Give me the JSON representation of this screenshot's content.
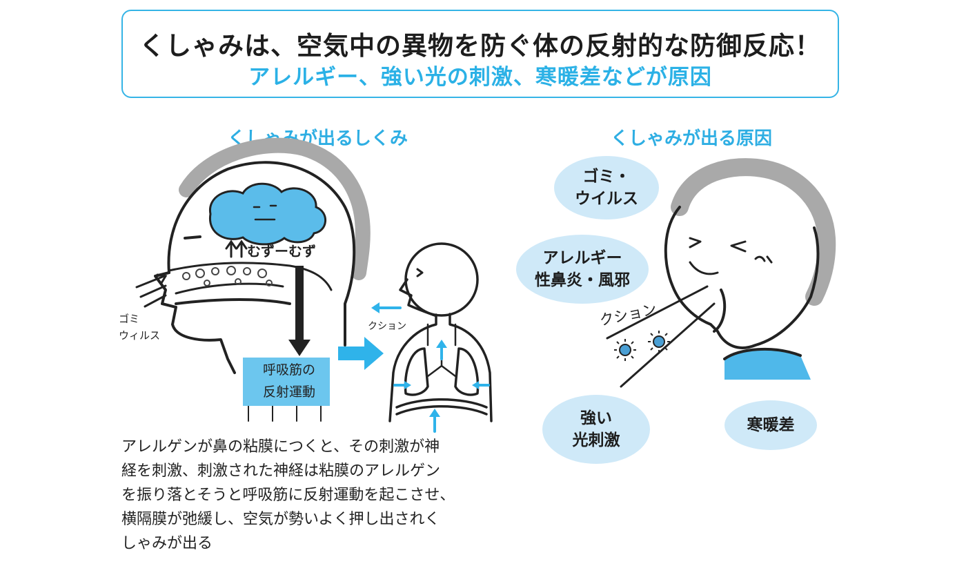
{
  "header": {
    "title": "くしゃみは、空気中の異物を防ぐ体の反射的な防御反応！",
    "subtitle": "アレルギー、強い光の刺激、寒暖差などが原因"
  },
  "mechanism": {
    "title": "くしゃみが出るしくみ",
    "itch_label": "むずーむず",
    "dust_label": "ゴミ\nウィルス",
    "reflex_label": "呼吸筋の\n反射運動",
    "sneeze_label": "クション",
    "description_lines": [
      "アレルゲンが鼻の粘膜につくと、その刺激が神",
      "経を刺激、刺激された神経は粘膜のアレルゲン",
      "を振り落とそうと呼吸筋に反射運動を起こさせ、",
      "横隔膜が弛緩し、空気が勢いよく押し出されく",
      "しゃみが出る"
    ]
  },
  "causes": {
    "title": "くしゃみが出る原因",
    "bubbles": [
      "ゴミ・\nウイルス",
      "アレルギー\n性鼻炎・風邪",
      "強い\n光刺激",
      "寒暖差"
    ],
    "sneeze_label": "クション"
  },
  "colors": {
    "accent": "#35b4e6",
    "bubble": "#cfe9f8",
    "brain": "#5bbcea",
    "hair": "#a9a9a9"
  }
}
